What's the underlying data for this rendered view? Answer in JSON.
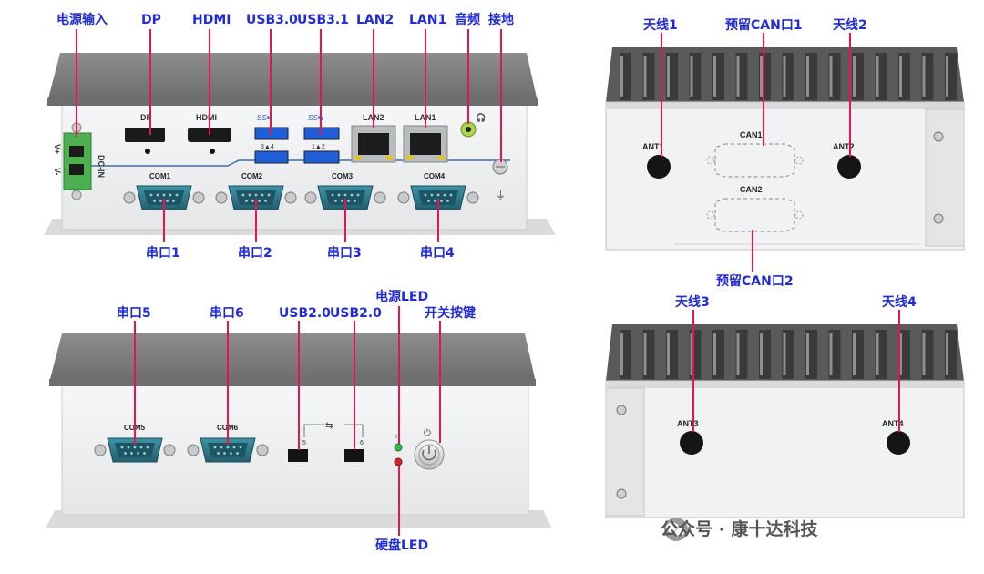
{
  "callouts": {
    "power_input": "电源输入",
    "dp": "DP",
    "hdmi": "HDMI",
    "usb30": "USB3.0",
    "usb31": "USB3.1",
    "lan2": "LAN2",
    "lan1": "LAN1",
    "audio": "音频",
    "ground": "接地",
    "com_port_1": "串口1",
    "com_port_2": "串口2",
    "com_port_3": "串口3",
    "com_port_4": "串口4",
    "com_port_5": "串口5",
    "com_port_6": "串口6",
    "usb20_a": "USB2.0",
    "usb20_b": "USB2.0",
    "power_led": "电源LED",
    "power_button": "开关按键",
    "hdd_led": "硬盘LED",
    "antenna_1": "天线1",
    "antenna_2": "天线2",
    "antenna_3": "天线3",
    "antenna_4": "天线4",
    "reserved_can1": "预留CAN口1",
    "reserved_can2": "预留CAN口2"
  },
  "silkscreen": {
    "dp": "DP",
    "hdmi": "HDMI",
    "usb_a": "3▲4",
    "usb_b": "1▲2",
    "lan2": "LAN2",
    "lan1": "LAN1",
    "dcin": "DC-IN",
    "vplus": "V+",
    "vminus": "V-",
    "com1": "COM1",
    "com2": "COM2",
    "com3": "COM3",
    "com4": "COM4",
    "com5": "COM5",
    "com6": "COM6",
    "usb5": "5",
    "usb6": "6",
    "ant1": "ANT1",
    "ant2": "ANT2",
    "ant3": "ANT3",
    "ant4": "ANT4",
    "can1": "CAN1",
    "can2": "CAN2"
  },
  "watermark": "公众号 · 康十达科技",
  "colors": {
    "label": "#1f2bd6",
    "leader": "#e4154f",
    "chassis": "#eceeef",
    "top_cover": "#7c7c7c",
    "db9": "#2f7a8c"
  }
}
